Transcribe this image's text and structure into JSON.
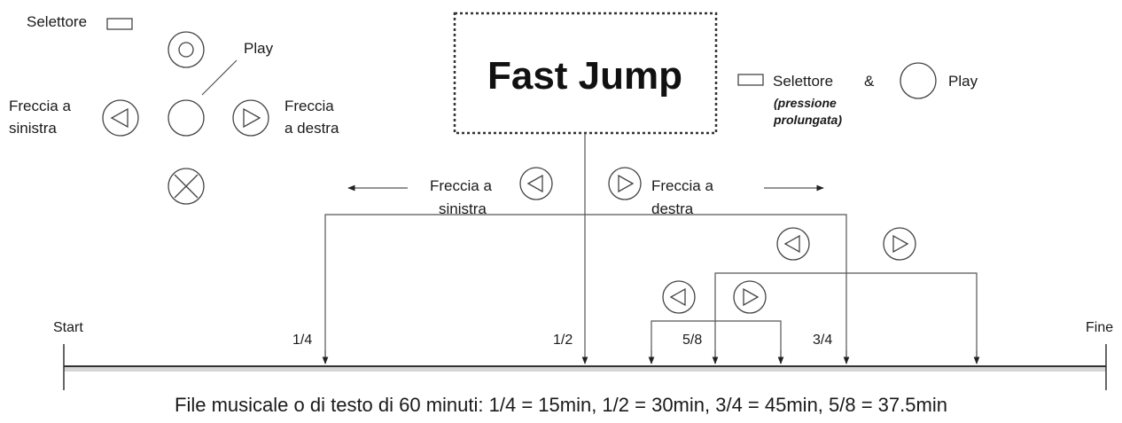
{
  "title": "Fast Jump",
  "legend": {
    "selector": "Selettore",
    "play": "Play",
    "arrow_left": [
      "Freccia a",
      "sinistra"
    ],
    "arrow_right": [
      "Freccia",
      "a destra"
    ]
  },
  "combo": {
    "selector": "Selettore",
    "amp": "&",
    "play": "Play",
    "note": [
      "(pressione",
      "prolungata)"
    ]
  },
  "branch": {
    "left": [
      "Freccia a",
      "sinistra"
    ],
    "right": [
      "Freccia a",
      "destra"
    ]
  },
  "timeline": {
    "start": "Start",
    "end": "Fine",
    "marks": [
      "1/4",
      "1/2",
      "5/8",
      "3/4"
    ]
  },
  "caption": "File musicale o di testo di 60 minuti: 1/4 = 15min, 1/2 = 30min, 3/4 = 45min, 5/8 = 37.5min"
}
